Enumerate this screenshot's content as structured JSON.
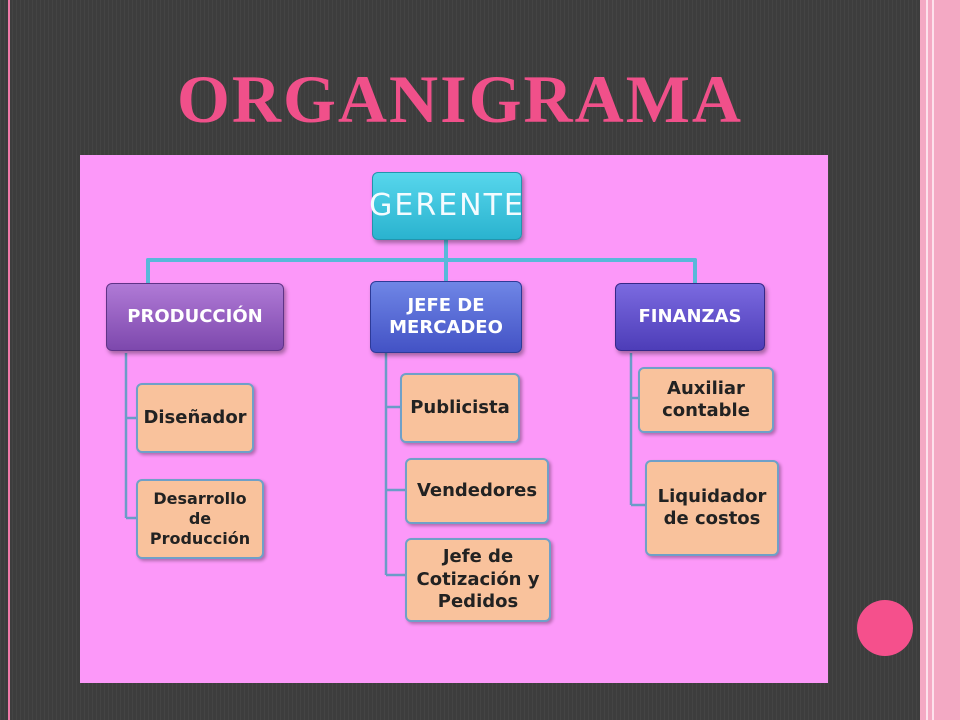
{
  "slide": {
    "title": "ORGANIGRAMA",
    "accent_color": "#f0508a",
    "panel_color": "#fc98f9",
    "background_color": "#3d3d3d"
  },
  "org_chart": {
    "root": {
      "label": "GERENTE"
    },
    "departments": [
      {
        "label_lines": [
          "PRODUCCIÓN"
        ],
        "children": [
          {
            "lines": [
              "Diseñador"
            ]
          },
          {
            "lines": [
              "Desarrollo",
              "de",
              "Producción"
            ]
          }
        ]
      },
      {
        "label_lines": [
          "JEFE DE",
          "MERCADEO"
        ],
        "children": [
          {
            "lines": [
              "Publicista"
            ]
          },
          {
            "lines": [
              "Vendedores"
            ]
          },
          {
            "lines": [
              "Jefe de",
              "Cotización y",
              "Pedidos"
            ]
          }
        ]
      },
      {
        "label_lines": [
          "FINANZAS"
        ],
        "children": [
          {
            "lines": [
              "Auxiliar",
              "contable"
            ]
          },
          {
            "lines": [
              "Liquidador",
              "de costos"
            ]
          }
        ]
      }
    ]
  }
}
